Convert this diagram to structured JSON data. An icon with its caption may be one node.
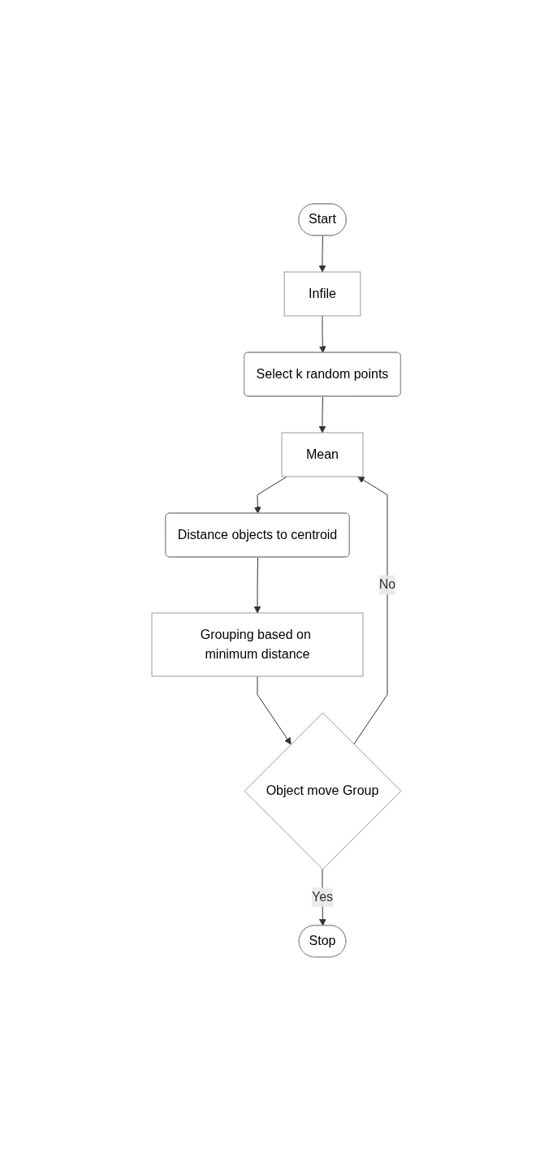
{
  "diagram": {
    "nodes": [
      {
        "text": [
          "Start"
        ]
      },
      {
        "text": [
          "Infile"
        ]
      },
      {
        "text": [
          "Select k random points"
        ]
      },
      {
        "text": [
          "Mean"
        ]
      },
      {
        "text": [
          "Distance objects to centroid"
        ]
      },
      {
        "text": [
          "Grouping based on minimum distance"
        ]
      },
      {
        "text": [
          "Object move Group"
        ]
      },
      {
        "text": [
          "Stop"
        ]
      }
    ],
    "edges": [
      {
        "from": 0,
        "to": 1,
        "arrow": "to"
      },
      {
        "from": 1,
        "to": 2,
        "arrow": "to"
      },
      {
        "from": 2,
        "to": 3,
        "arrow": "to"
      },
      {
        "from": 3,
        "to": 4,
        "arrow": "to"
      },
      {
        "from": 4,
        "to": 5,
        "arrow": "to"
      },
      {
        "from": 5,
        "to": 6,
        "arrow": "to"
      },
      {
        "from": 6,
        "to": 3,
        "arrow": "to",
        "label": "No"
      },
      {
        "from": 6,
        "to": 7,
        "arrow": "to",
        "label": "Yes"
      }
    ]
  }
}
